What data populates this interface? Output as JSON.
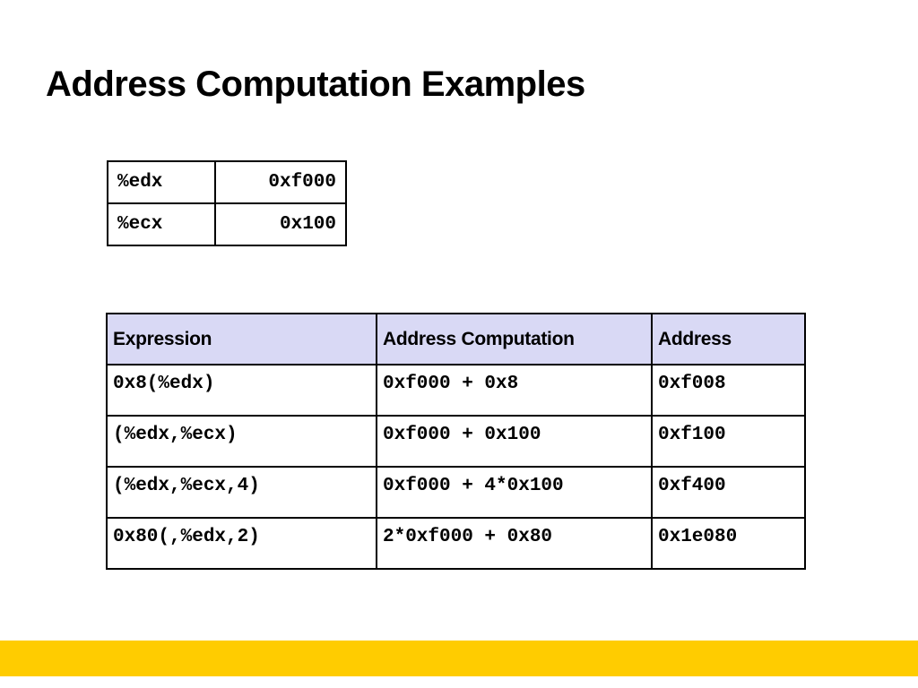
{
  "title": "Address Computation Examples",
  "registers": [
    {
      "name": "%edx",
      "value": "0xf000"
    },
    {
      "name": "%ecx",
      "value": "0x100"
    }
  ],
  "table": {
    "headers": [
      "Expression",
      "Address Computation",
      "Address"
    ],
    "rows": [
      [
        "0x8(%edx)",
        "0xf000 + 0x8",
        "0xf008"
      ],
      [
        "(%edx,%ecx)",
        "0xf000 + 0x100",
        "0xf100"
      ],
      [
        "(%edx,%ecx,4)",
        "0xf000 + 4*0x100",
        "0xf400"
      ],
      [
        "0x80(,%edx,2)",
        "2*0xf000 + 0x80",
        "0x1e080"
      ]
    ]
  },
  "colors": {
    "header_background": "#d9d9f5",
    "footer_bar": "#ffcc00"
  }
}
